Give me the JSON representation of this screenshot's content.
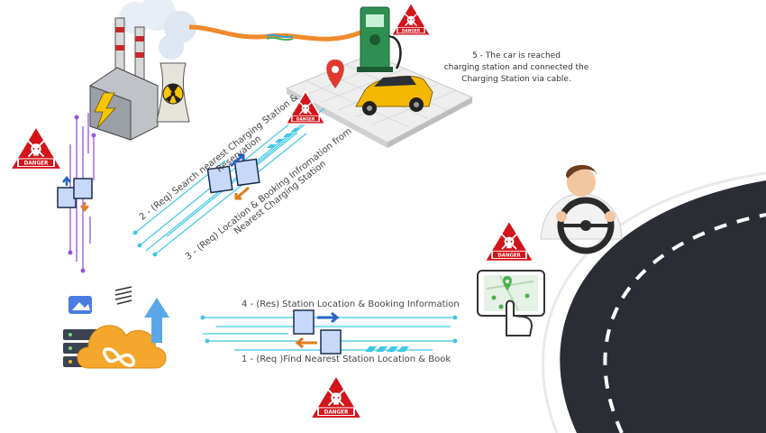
{
  "labels": {
    "step1": "1 - (Req )Find Nearest Station Location & Book",
    "step2_line1": "2 - (Req) Search nearest Charging Station &",
    "step2_line2": "Reservation",
    "step3_line1": "3 - (Req) Location & Booking Infromation from",
    "step3_line2": "Nearest Charging Station",
    "step4": "4 - (Res) Station Location & Booking Information",
    "step5_line1": "5 - The car is reached",
    "step5_line2": "charging station and connected the",
    "step5_line3": "Charging Station via cable."
  },
  "danger_badge": "DANGER",
  "icons": {
    "danger": "skull-crossbones-warning-icon",
    "power_plant": "nuclear-power-plant-icon",
    "charger": "ev-charging-station-icon",
    "car": "yellow-car-icon",
    "cloud": "cloud-infinity-icon",
    "server": "server-rack-icon",
    "driver": "driver-steering-wheel-icon",
    "phone": "tablet-map-touch-icon",
    "location_pin": "location-pin-icon",
    "data_exchange": "data-exchange-documents-icon"
  },
  "colors": {
    "danger_red": "#d3141b",
    "circuit_cyan": "#3fc7e6",
    "circuit_purple": "#9b4fe0",
    "road": "#2a2d33",
    "car_yellow": "#f5b800",
    "cable_orange": "#f08a2c"
  }
}
